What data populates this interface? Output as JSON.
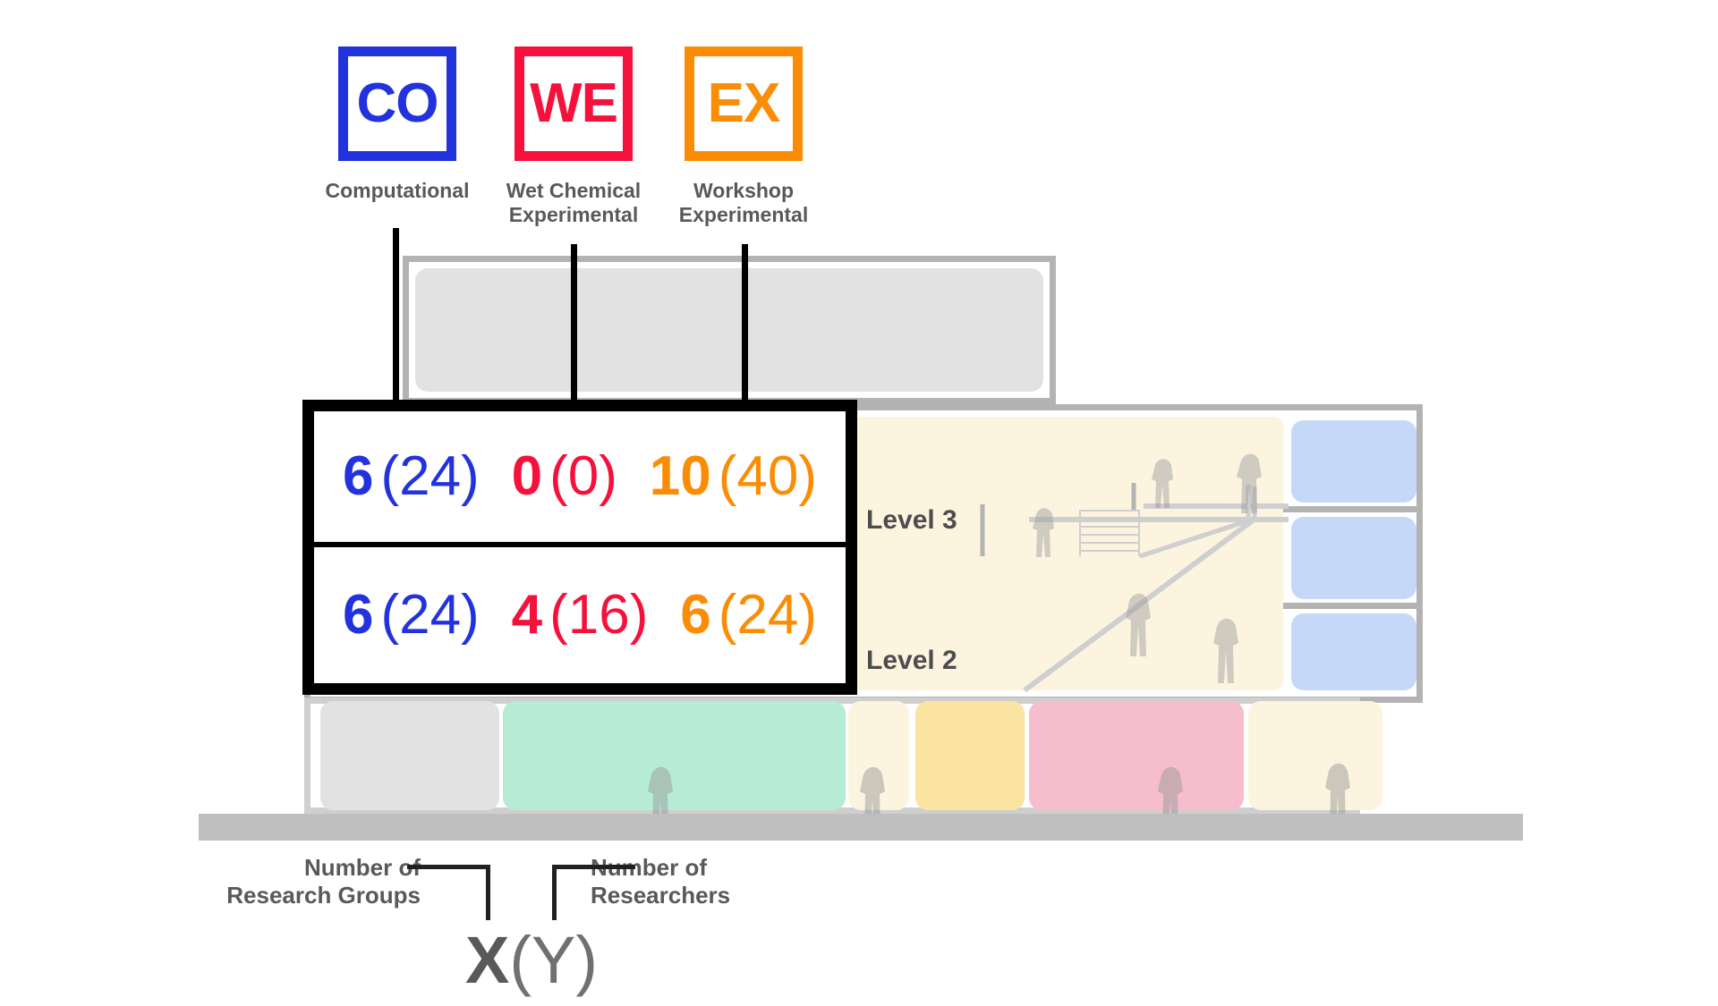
{
  "legend_keys": [
    {
      "code": "CO",
      "label_line1": "Computational",
      "label_line2": "",
      "color": "#2233dd"
    },
    {
      "code": "WE",
      "label_line1": "Wet Chemical",
      "label_line2": "Experimental",
      "color": "#f5113c"
    },
    {
      "code": "EX",
      "label_line1": "Workshop",
      "label_line2": "Experimental",
      "color": "#fb8c05"
    }
  ],
  "table": {
    "rows": [
      {
        "level_label": "Level 3",
        "cells": [
          {
            "category": "CO",
            "groups": "6",
            "researchers": "(24)",
            "color": "#2233dd"
          },
          {
            "category": "WE",
            "groups": "0",
            "researchers": "(0)",
            "color": "#f5113c"
          },
          {
            "category": "EX",
            "groups": "10",
            "researchers": "(40)",
            "color": "#fb8c05"
          }
        ]
      },
      {
        "level_label": "Level 2",
        "cells": [
          {
            "category": "CO",
            "groups": "6",
            "researchers": "(24)",
            "color": "#2233dd"
          },
          {
            "category": "WE",
            "groups": "4",
            "researchers": "(16)",
            "color": "#f5113c"
          },
          {
            "category": "EX",
            "groups": "6",
            "researchers": "(24)",
            "color": "#fb8c05"
          }
        ]
      }
    ]
  },
  "levels": {
    "level3": "Level 3",
    "level2": "Level 2"
  },
  "bottom_legend": {
    "left_line1": "Number of",
    "left_line2": "Research Groups",
    "right_line1": "Number of",
    "right_line2": "Researchers",
    "symbol_x": "X",
    "symbol_y": "(Y)"
  },
  "colors": {
    "computational": "#2233dd",
    "wet_chemical": "#f5113c",
    "workshop": "#fb8c05",
    "text_grey": "#58595b",
    "building_outline": "#b3b3b3",
    "ground": "#bfbfbf",
    "room_cream": "#fdf4e0",
    "room_blue": "#c5d8f7",
    "room_grey": "#e2e2e2",
    "room_mint": "#b6ecd6",
    "room_yellow": "#fbe3a1",
    "room_pink": "#f6bdcd"
  }
}
